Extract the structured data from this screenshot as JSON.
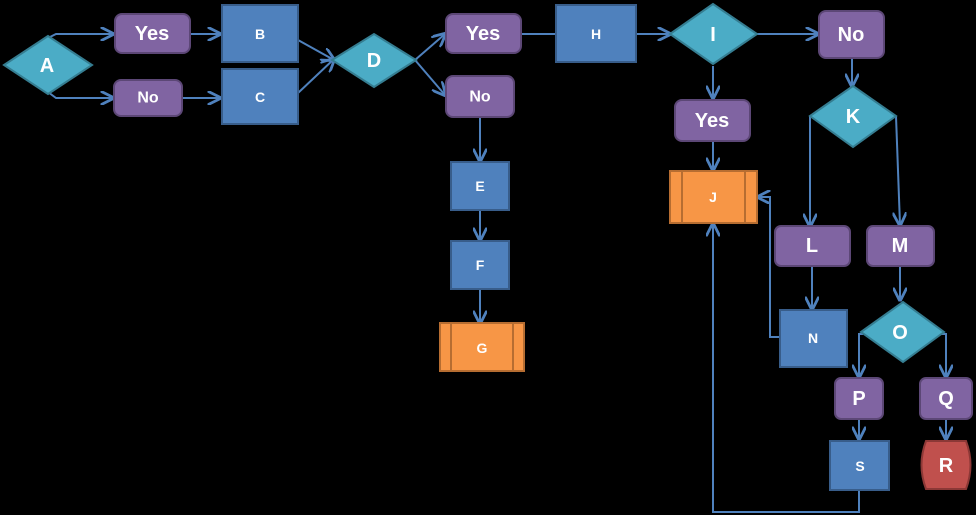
{
  "nodes": {
    "A": "A",
    "yes1": "Yes",
    "no1": "No",
    "B": "B",
    "C": "C",
    "D": "D",
    "yes2": "Yes",
    "no2": "No",
    "E": "E",
    "F": "F",
    "G": "G",
    "H": "H",
    "I": "I",
    "yes3": "Yes",
    "no3": "No",
    "J": "J",
    "K": "K",
    "L": "L",
    "M": "M",
    "N": "N",
    "O": "O",
    "P": "P",
    "Q": "Q",
    "R": "R",
    "S": "S"
  },
  "colors": {
    "background": "#000000",
    "decision": "#4bacc6",
    "answer": "#8064a2",
    "process": "#4f81bd",
    "subprocess": "#f79646",
    "terminal": "#c0504d",
    "arrow": "#4f81bd"
  }
}
